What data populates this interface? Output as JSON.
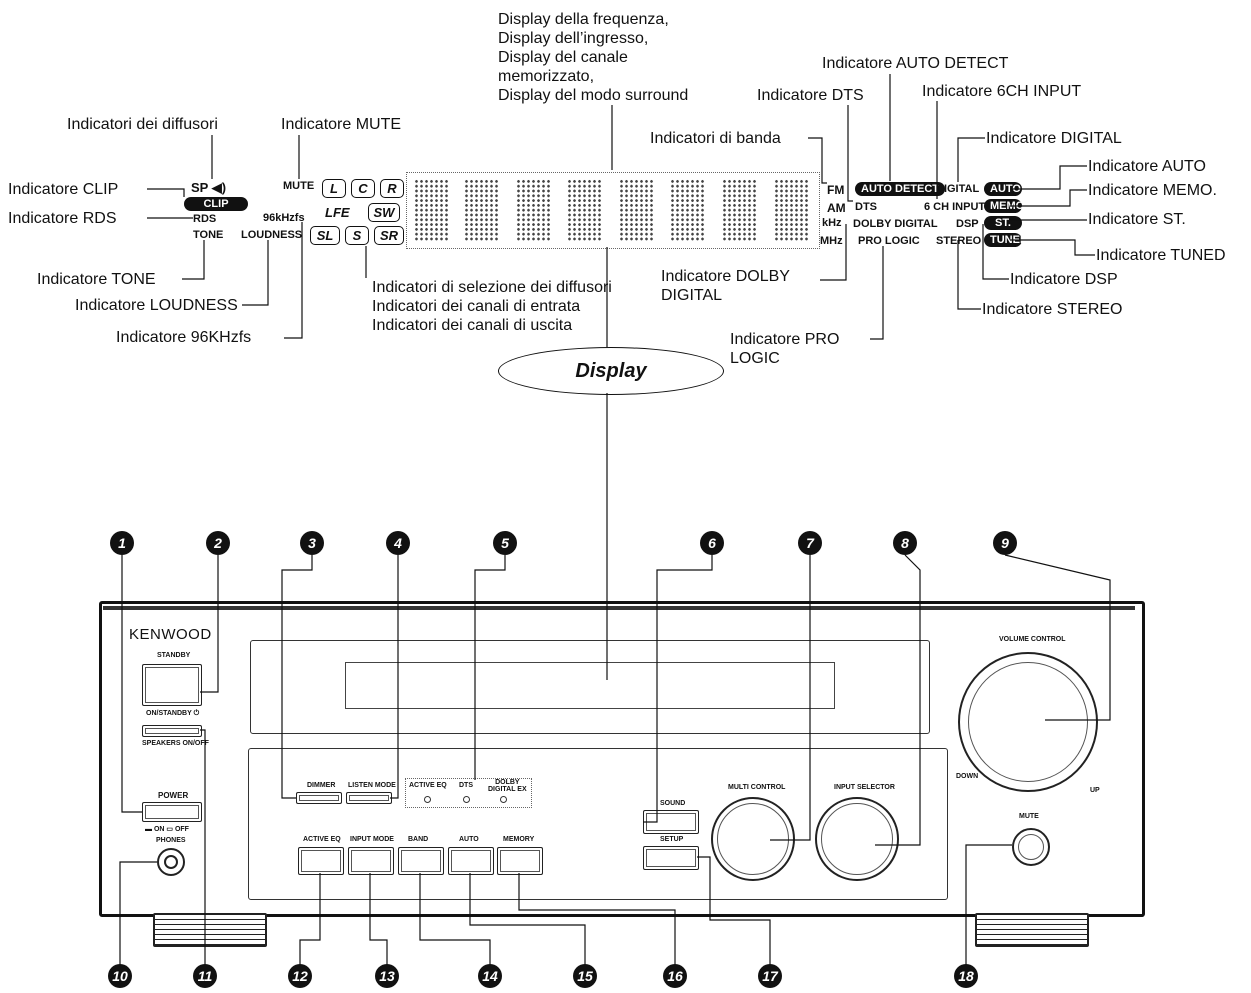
{
  "labels": {
    "freq_display": "Display della frequenza,\nDisplay dell’ingresso,\nDisplay del canale\nmemorizzato,\nDisplay del modo surround",
    "auto_detect": "Indicatore AUTO DETECT",
    "dts": "Indicatore DTS",
    "ch6_input": "Indicatore 6CH INPUT",
    "speakers": "Indicatori dei diffusori",
    "mute": "Indicatore MUTE",
    "band": "Indicatori di banda",
    "digital": "Indicatore DIGITAL",
    "clip": "Indicatore CLIP",
    "auto": "Indicatore AUTO",
    "rds": "Indicatore RDS",
    "memo": "Indicatore MEMO.",
    "st": "Indicatore ST.",
    "tuned": "Indicatore TUNED",
    "tone": "Indicatore TONE",
    "dsp": "Indicatore DSP",
    "dolby": "Indicatore DOLBY\nDIGITAL",
    "loudness": "Indicatore LOUDNESS",
    "stereo": "Indicatore STEREO",
    "selection": "Indicatori di selezione dei diffusori\nIndicatori dei canali di entrata\nIndicatori dei canali di uscita",
    "khz96": "Indicatore 96KHzfs",
    "prologic": "Indicatore PRO\nLOGIC",
    "display": "Display"
  },
  "lcd": {
    "sp": "SP",
    "clip": "CLIP",
    "rds": "RDS",
    "tone": "TONE",
    "mute": "MUTE",
    "khz96": "96kHzfs",
    "loudness": "LOUDNESS",
    "spk_L": "L",
    "spk_C": "C",
    "spk_R": "R",
    "lfe": "LFE",
    "spk_SW": "SW",
    "spk_SL": "SL",
    "spk_S": "S",
    "spk_SR": "SR",
    "fm": "FM",
    "am": "AM",
    "khz": "kHz",
    "mhz": "MHz",
    "auto_detect": "AUTO DETECT",
    "dts": "DTS",
    "dolby_digital": "DOLBY DIGITAL",
    "pro_logic": "PRO LOGIC",
    "digital": "DIGITAL",
    "ch6_input": "6 CH INPUT",
    "dsp": "DSP",
    "stereo": "STEREO",
    "auto": "AUTO",
    "memo": "MEMO.",
    "st": "ST.",
    "tuned": "TUNED"
  },
  "panel": {
    "brand": "KENWOOD",
    "standby": "STANDBY",
    "on_standby": "ON/STANDBY ⏻",
    "speakers": "SPEAKERS ON/OFF",
    "power": "POWER",
    "power_sub": "▬ ON  ▭ OFF",
    "phones": "PHONES",
    "dimmer": "DIMMER",
    "listen_mode": "LISTEN MODE",
    "led_active_eq": "ACTIVE EQ",
    "led_dts": "DTS",
    "led_dolby": "DOLBY\nDIGITAL EX",
    "active_eq": "ACTIVE EQ",
    "input_mode": "INPUT MODE",
    "band": "BAND",
    "auto": "AUTO",
    "memory": "MEMORY",
    "sound": "SOUND",
    "setup": "SETUP",
    "multi_control": "MULTI CONTROL",
    "input_selector": "INPUT SELECTOR",
    "volume_control": "VOLUME CONTROL",
    "down": "DOWN",
    "up": "UP",
    "mute": "MUTE"
  },
  "numbers": [
    "1",
    "2",
    "3",
    "4",
    "5",
    "6",
    "7",
    "8",
    "9",
    "10",
    "11",
    "12",
    "13",
    "14",
    "15",
    "16",
    "17",
    "18"
  ]
}
